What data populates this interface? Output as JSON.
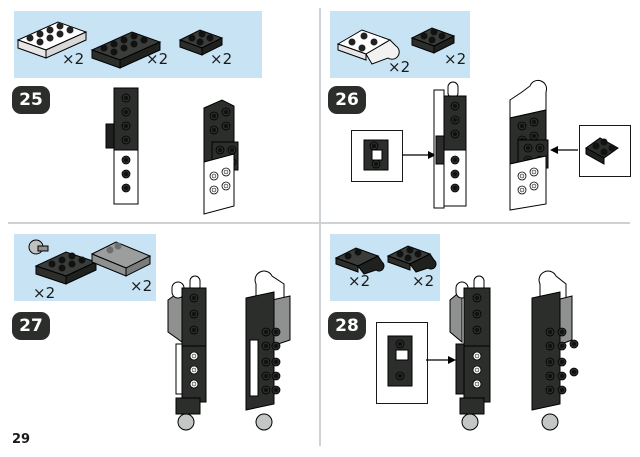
{
  "page": {
    "number": "29"
  },
  "steps": [
    {
      "number": "25",
      "parts": [
        {
          "qty": "×2"
        },
        {
          "qty": "×2"
        },
        {
          "qty": "×2"
        }
      ]
    },
    {
      "number": "26",
      "parts": [
        {
          "qty": "×2"
        },
        {
          "qty": "×2"
        }
      ]
    },
    {
      "number": "27",
      "parts": [
        {
          "qty": "×2"
        },
        {
          "qty": "×2"
        }
      ]
    },
    {
      "number": "28",
      "parts": [
        {
          "qty": "×2"
        },
        {
          "qty": "×2"
        }
      ]
    }
  ],
  "colors": {
    "parts_background": "#c8e4f4",
    "brick_dark": "#2b2e2b",
    "brick_white": "#ffffff",
    "brick_gray": "#8f9190",
    "badge": "#2b2e2b"
  }
}
